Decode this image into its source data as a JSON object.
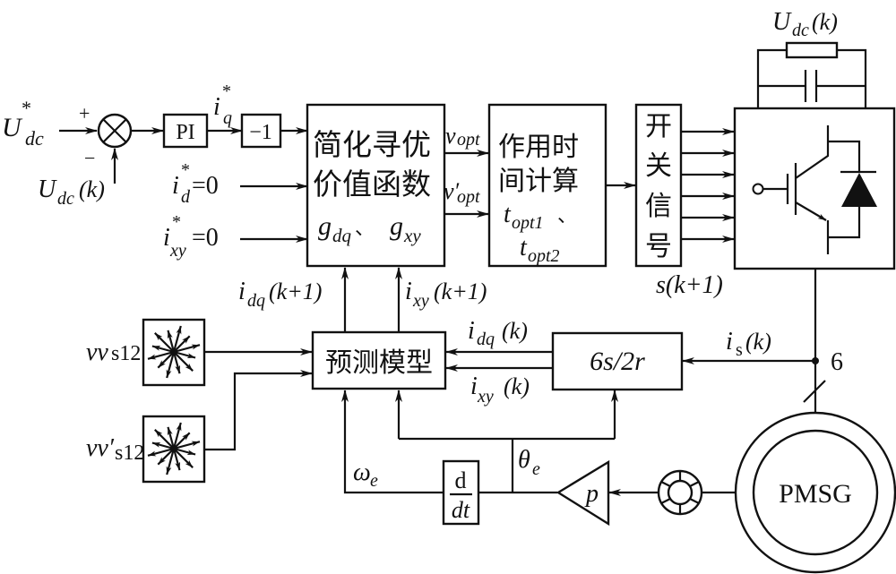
{
  "colors": {
    "line": "#111111",
    "background": "#ffffff"
  },
  "inputs": {
    "udc_ref": "U",
    "udc_ref_sup": "*",
    "udc_ref_sub": "dc",
    "plus": "+",
    "minus": "−",
    "udc_meas": "U",
    "udc_meas_sub": "dc",
    "udc_meas_arg": "(k)",
    "iq_ref": "i",
    "iq_ref_sup": "*",
    "iq_ref_sub": "q",
    "id_ref": "i",
    "id_ref_sup": "*",
    "id_ref_sub": "d",
    "id_ref_val": "=0",
    "ixy_ref": "i",
    "ixy_ref_sup": "*",
    "ixy_ref_sub": "xy",
    "ixy_ref_val": "=0"
  },
  "blocks": {
    "pi": "PI",
    "neg": "−1",
    "cost": {
      "line1": "简化寻优",
      "line2": "价值函数",
      "g1": "g",
      "g1_sub": "dq",
      "sep": "、",
      "g2": "g",
      "g2_sub": "xy"
    },
    "timing": {
      "line1": "作用时",
      "line2": "间计算",
      "t1": "t",
      "t1_sub": "opt1",
      "t1_sep": "、",
      "t2": "t",
      "t2_sub": "opt2"
    },
    "switch": {
      "chars": [
        "开",
        "关",
        "信",
        "号"
      ]
    },
    "predict": "预测模型",
    "transform": "6s/2r",
    "deriv_num": "d",
    "deriv_den": "dt",
    "gain": "p",
    "generator": "PMSG"
  },
  "signals": {
    "vopt": "v",
    "vopt_sub": "opt",
    "vopt2": "v′",
    "vopt2_sub": "opt",
    "switch_out": "s(k+1)",
    "idq_pred": "i",
    "idq_pred_sub": "dq",
    "idq_pred_arg": "(k+1)",
    "ixy_pred": "i",
    "ixy_pred_sub": "xy",
    "ixy_pred_arg": "(k+1)",
    "idq_k": "i",
    "idq_k_sub": "dq",
    "idq_k_arg": "(k)",
    "ixy_k": "i",
    "ixy_k_sub": "xy",
    "ixy_k_arg": "(k)",
    "is_k": "i",
    "is_k_sub": "s",
    "is_k_arg": "(k)",
    "phases": "6",
    "omega": "ω",
    "omega_sub": "e",
    "theta": "θ",
    "theta_sub": "e",
    "vv1": "vv",
    "vv1_sub": "s12",
    "vv2": "vv′",
    "vv2_sub": "s12",
    "udc_top": "U",
    "udc_top_sub": "dc",
    "udc_top_arg": "(k)"
  }
}
